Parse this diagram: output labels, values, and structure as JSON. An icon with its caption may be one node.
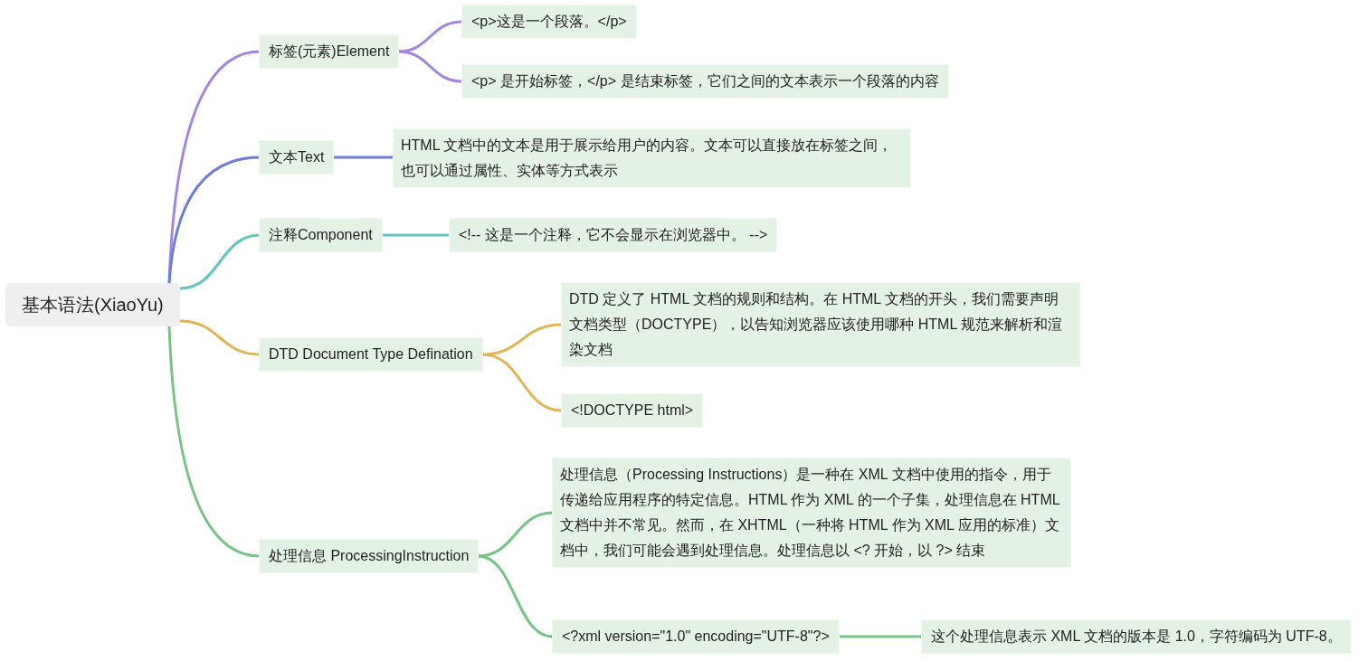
{
  "diagram": {
    "nodes": [
      {
        "text": [
          "基本语法(XiaoYu)"
        ]
      },
      {
        "text": [
          "标签(元素)Element"
        ]
      },
      {
        "text": [
          "<p>这是一个段落。</p>"
        ]
      },
      {
        "text": [
          "<p> 是开始标签，</p> 是结束标签，它们之间的文本表示一个段落的内容"
        ]
      },
      {
        "text": [
          "文本Text"
        ]
      },
      {
        "text": [
          "HTML 文档中的文本是用于展示给用户的内容。文本可以直接放在标签之间，也可以通过属性、实体等方式表示"
        ]
      },
      {
        "text": [
          "注释Component"
        ]
      },
      {
        "text": [
          "<!-- 这是一个注释，它不会显示在浏览器中。 -->"
        ]
      },
      {
        "text": [
          "DTD Document Type Defination"
        ]
      },
      {
        "text": [
          "DTD 定义了 HTML 文档的规则和结构。在 HTML 文档的开头，我们需要声明文档类型（DOCTYPE），以告知浏览器应该使用哪种 HTML 规范来解析和渲染文档"
        ]
      },
      {
        "text": [
          "<!DOCTYPE html>"
        ]
      },
      {
        "text": [
          "处理信息 ProcessingInstruction"
        ]
      },
      {
        "text": [
          "处理信息（Processing Instructions）是一种在 XML 文档中使用的指令，用于传递给应用程序的特定信息。HTML 作为 XML 的一个子集，处理信息在 HTML 文档中并不常见。然而，在 XHTML（一种将 HTML 作为 XML 应用的标准）文档中，我们可能会遇到处理信息。处理信息以 <? 开始，以 ?> 结束"
        ]
      },
      {
        "text": [
          "<?xml version=\"1.0\" encoding=\"UTF-8\"?>"
        ]
      },
      {
        "text": [
          "这个处理信息表示 XML 文档的版本是 1.0，字符编码为 UTF-8。"
        ]
      }
    ],
    "edges": [
      {
        "from": 0,
        "to": 1,
        "arrow": "none",
        "color": "#a386e3"
      },
      {
        "from": 1,
        "to": 2,
        "arrow": "none",
        "color": "#a386e3"
      },
      {
        "from": 1,
        "to": 3,
        "arrow": "none",
        "color": "#a386e3"
      },
      {
        "from": 0,
        "to": 4,
        "arrow": "none",
        "color": "#6d7fdd"
      },
      {
        "from": 4,
        "to": 5,
        "arrow": "none",
        "color": "#6d7fdd"
      },
      {
        "from": 0,
        "to": 6,
        "arrow": "none",
        "color": "#62c6bf"
      },
      {
        "from": 6,
        "to": 7,
        "arrow": "none",
        "color": "#62c6bf"
      },
      {
        "from": 0,
        "to": 8,
        "arrow": "none",
        "color": "#e2b655"
      },
      {
        "from": 8,
        "to": 9,
        "arrow": "none",
        "color": "#e2b655"
      },
      {
        "from": 8,
        "to": 10,
        "arrow": "none",
        "color": "#e2b655"
      },
      {
        "from": 0,
        "to": 11,
        "arrow": "none",
        "color": "#77c487"
      },
      {
        "from": 11,
        "to": 12,
        "arrow": "none",
        "color": "#77c487"
      },
      {
        "from": 11,
        "to": 13,
        "arrow": "none",
        "color": "#77c487"
      },
      {
        "from": 13,
        "to": 14,
        "arrow": "none",
        "color": "#77c487"
      }
    ]
  }
}
